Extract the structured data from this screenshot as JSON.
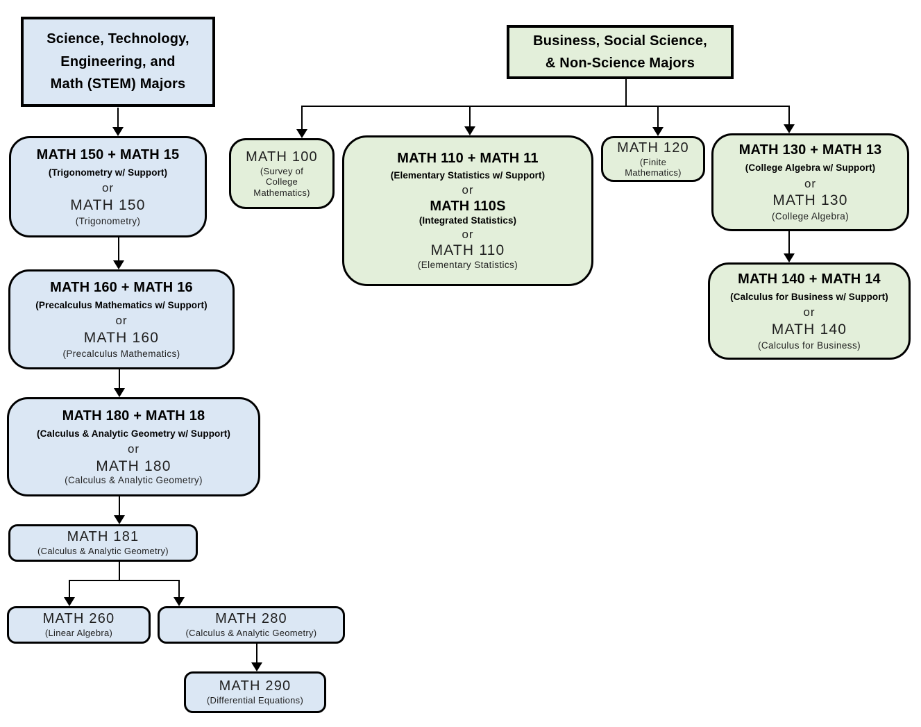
{
  "colors": {
    "stem_fill": "#dbe7f4",
    "business_fill": "#e3efda",
    "border": "#000000"
  },
  "stem_header": {
    "line1": "Science, Technology,",
    "line2": "Engineering, and",
    "line3": "Math (STEM) Majors"
  },
  "business_header": {
    "line1": "Business, Social Science,",
    "line2": "& Non-Science Majors"
  },
  "nodes": {
    "math150": {
      "title": "MATH 150 + MATH 15",
      "title_desc": "(Trigonometry w/ Support)",
      "or": "or",
      "alt": "MATH 150",
      "alt_desc": "(Trigonometry)"
    },
    "math160": {
      "title": "MATH 160 + MATH 16",
      "title_desc": "(Precalculus Mathematics w/ Support)",
      "or": "or",
      "alt": "MATH 160",
      "alt_desc": "(Precalculus Mathematics)"
    },
    "math180": {
      "title": "MATH 180 + MATH 18",
      "title_desc": "(Calculus & Analytic Geometry w/ Support)",
      "or": "or",
      "alt": "MATH 180",
      "alt_desc": "(Calculus & Analytic Geometry)"
    },
    "math181": {
      "name": "MATH 181",
      "desc": "(Calculus & Analytic Geometry)"
    },
    "math260": {
      "name": "MATH 260",
      "desc": "(Linear Algebra)"
    },
    "math280": {
      "name": "MATH 280",
      "desc": "(Calculus & Analytic Geometry)"
    },
    "math290": {
      "name": "MATH 290",
      "desc": "(Differential Equations)"
    },
    "math100": {
      "name": "MATH 100",
      "desc": "(Survey of College Mathematics)"
    },
    "math110": {
      "title": "MATH 110 + MATH 11",
      "title_desc": "(Elementary Statistics w/ Support)",
      "or1": "or",
      "alt1": "MATH 110S",
      "alt1_desc": "(Integrated Statistics)",
      "or2": "or",
      "alt2": "MATH 110",
      "alt2_desc": "(Elementary Statistics)"
    },
    "math120": {
      "name": "MATH 120",
      "desc": "(Finite Mathematics)"
    },
    "math130": {
      "title": "MATH 130 + MATH 13",
      "title_desc": "(College Algebra w/ Support)",
      "or": "or",
      "alt": "MATH 130",
      "alt_desc": "(College Algebra)"
    },
    "math140": {
      "title": "MATH 140 + MATH 14",
      "title_desc": "(Calculus for Business w/ Support)",
      "or": "or",
      "alt": "MATH 140",
      "alt_desc": "(Calculus for Business)"
    }
  }
}
